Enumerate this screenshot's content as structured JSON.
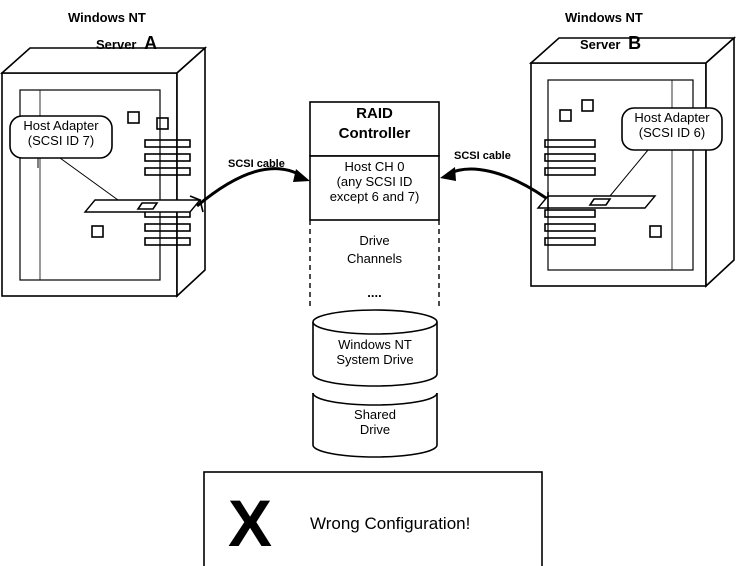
{
  "server_a": {
    "title_line1": "Windows NT",
    "title_line2": "Server",
    "letter": "A",
    "adapter_line1": "Host Adapter",
    "adapter_line2": "(SCSI ID 7)"
  },
  "server_b": {
    "title_line1": "Windows NT",
    "title_line2": "Server",
    "letter": "B",
    "adapter_line1": "Host Adapter",
    "adapter_line2": "(SCSI ID 6)"
  },
  "cables": {
    "left_label": "SCSI cable",
    "right_label": "SCSI cable"
  },
  "raid": {
    "title_line1": "RAID",
    "title_line2": "Controller",
    "host_line1": "Host CH 0",
    "host_line2": "(any SCSI ID",
    "host_line3": "except 6 and 7)",
    "drive_line1": "Drive",
    "drive_line2": "Channels",
    "ellipsis": "...."
  },
  "drives": {
    "system_line1": "Windows NT",
    "system_line2": "System Drive",
    "shared_line1": "Shared",
    "shared_line2": "Drive"
  },
  "verdict": {
    "mark": "X",
    "message": "Wrong Configuration!"
  }
}
